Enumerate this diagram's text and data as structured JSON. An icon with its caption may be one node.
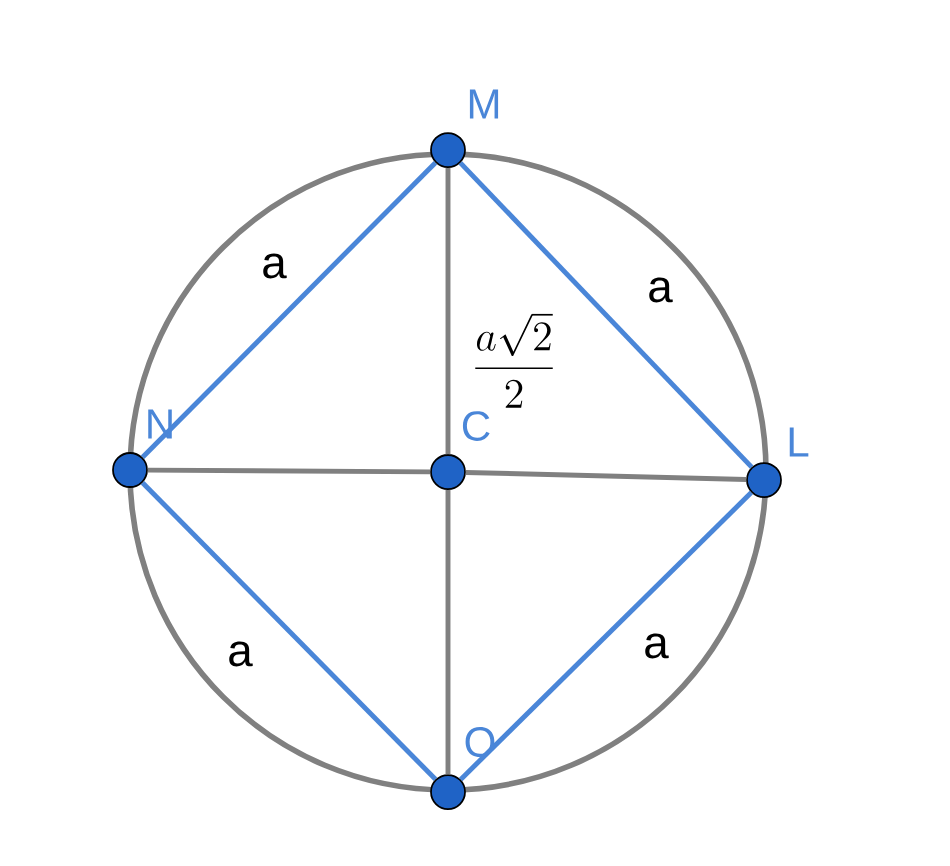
{
  "diagram": {
    "nodes": [
      {
        "text": [],
        "shape": "circle",
        "beside": [
          "M"
        ]
      },
      {
        "text": [],
        "shape": "circle",
        "beside": [
          "N"
        ]
      },
      {
        "text": [],
        "shape": "circle",
        "beside": [
          "C"
        ]
      },
      {
        "text": [],
        "shape": "circle",
        "beside": [
          "L"
        ]
      },
      {
        "text": [],
        "shape": "circle",
        "beside": [
          "O"
        ]
      }
    ],
    "edges": [
      {
        "from": 0,
        "to": 1,
        "arrow": "none",
        "label": "a"
      },
      {
        "from": 0,
        "to": 3,
        "arrow": "none",
        "label": "a"
      },
      {
        "from": 0,
        "to": 2,
        "arrow": "none",
        "label": "\\frac{a\\sqrt{2}}{2}",
        "color": "#808080"
      },
      {
        "from": 1,
        "to": 2,
        "arrow": "none",
        "color": "#808080"
      },
      {
        "from": 2,
        "to": 3,
        "arrow": "none",
        "color": "#808080"
      },
      {
        "from": 2,
        "to": 4,
        "arrow": "none",
        "color": "#808080"
      },
      {
        "from": 1,
        "to": 4,
        "arrow": "none",
        "label": "a"
      },
      {
        "from": 4,
        "to": 3,
        "arrow": "none",
        "label": "a"
      }
    ]
  }
}
